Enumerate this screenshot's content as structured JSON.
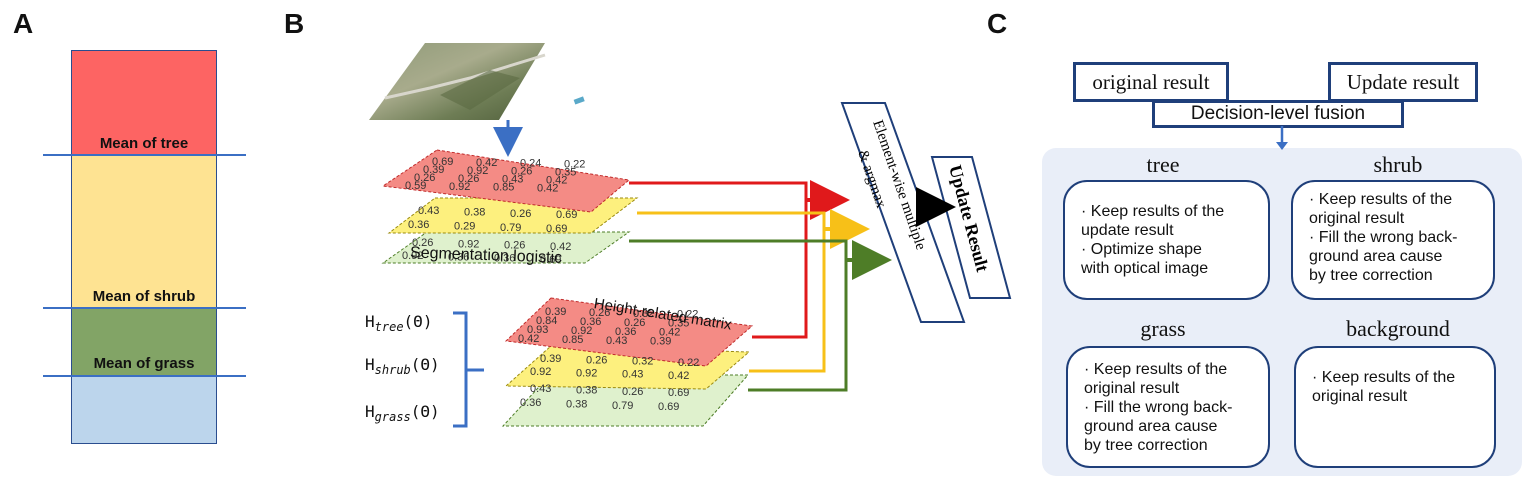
{
  "panels": {
    "a": "A",
    "b": "B",
    "c": "C"
  },
  "panel_a": {
    "levels": [
      {
        "label": "Mean of tree",
        "color": "#fd6463"
      },
      {
        "label": "Mean of shrub",
        "color": "#fee392"
      },
      {
        "label": "Mean of grass",
        "color": "#82a466"
      },
      {
        "label": "",
        "color": "#bcd5ec"
      }
    ]
  },
  "panel_b": {
    "segmentation_label": "Segmentation logistic",
    "height_label": "Height-related matrix",
    "element_wise_label": "Element-wise multiple & argmax",
    "update_result_label": "Update Result",
    "h_terms": [
      {
        "name": "H",
        "sub": "tree",
        "arg": "(Θ)"
      },
      {
        "name": "H",
        "sub": "shrub",
        "arg": "(Θ)"
      },
      {
        "name": "H",
        "sub": "grass",
        "arg": "(Θ)"
      }
    ],
    "seg_tree_rows": [
      [
        "0.69",
        "0.42",
        "0.24",
        "0.22"
      ],
      [
        "0.39",
        "0.92",
        "0.26",
        "0.35"
      ],
      [
        "0.26",
        "0.26",
        "0.43",
        "0.42"
      ],
      [
        "0.59",
        "0.92",
        "0.85",
        "0.42"
      ]
    ],
    "seg_shrub_rows": [
      [
        "0.43",
        "0.38",
        "0.26",
        "0.69"
      ],
      [
        "0.36",
        "0.29",
        "0.79",
        "0.69"
      ]
    ],
    "seg_grass_rows": [
      [
        "0.26",
        "0.92",
        "0.26",
        "0.42"
      ],
      [
        "0.92",
        "0.36",
        "0.36",
        "0.69"
      ]
    ],
    "hgt_tree_rows": [
      [
        "0.39",
        "0.26",
        "0.32",
        "0.22"
      ],
      [
        "0.84",
        "0.36",
        "0.26",
        "0.35"
      ],
      [
        "0.93",
        "0.92",
        "0.36",
        "0.42"
      ],
      [
        "0.42",
        "0.85",
        "0.43",
        "0.39"
      ]
    ],
    "hgt_shrub_rows": [
      [
        "0.39",
        "0.26",
        "0.32",
        "0.22"
      ],
      [
        "0.92",
        "0.92",
        "0.43",
        "0.42"
      ]
    ],
    "hgt_grass_rows": [
      [
        "0.43",
        "0.38",
        "0.26",
        "0.69"
      ],
      [
        "0.36",
        "0.38",
        "0.79",
        "0.69"
      ]
    ],
    "colors": {
      "tree": "#e0191b",
      "shrub": "#f7c018",
      "grass": "#4e7d27",
      "blue": "#3b6fc4"
    }
  },
  "panel_c": {
    "original_result": "original result",
    "update_result": "Update result",
    "fusion": "Decision-level fusion",
    "classes": [
      {
        "title": "tree",
        "lines": [
          "· Keep results of the",
          "update result",
          "·  Optimize shape",
          "with optical image"
        ]
      },
      {
        "title": "shrub",
        "lines": [
          "· Keep results of the",
          "original result",
          "·  Fill the wrong back-",
          "ground area cause",
          "by tree correction"
        ]
      },
      {
        "title": "grass",
        "lines": [
          "· Keep results of the",
          "original result",
          "·  Fill the wrong back-",
          "ground area cause",
          "by tree correction"
        ]
      },
      {
        "title": "background",
        "lines": [
          "· Keep results of the",
          "original result"
        ]
      }
    ]
  }
}
